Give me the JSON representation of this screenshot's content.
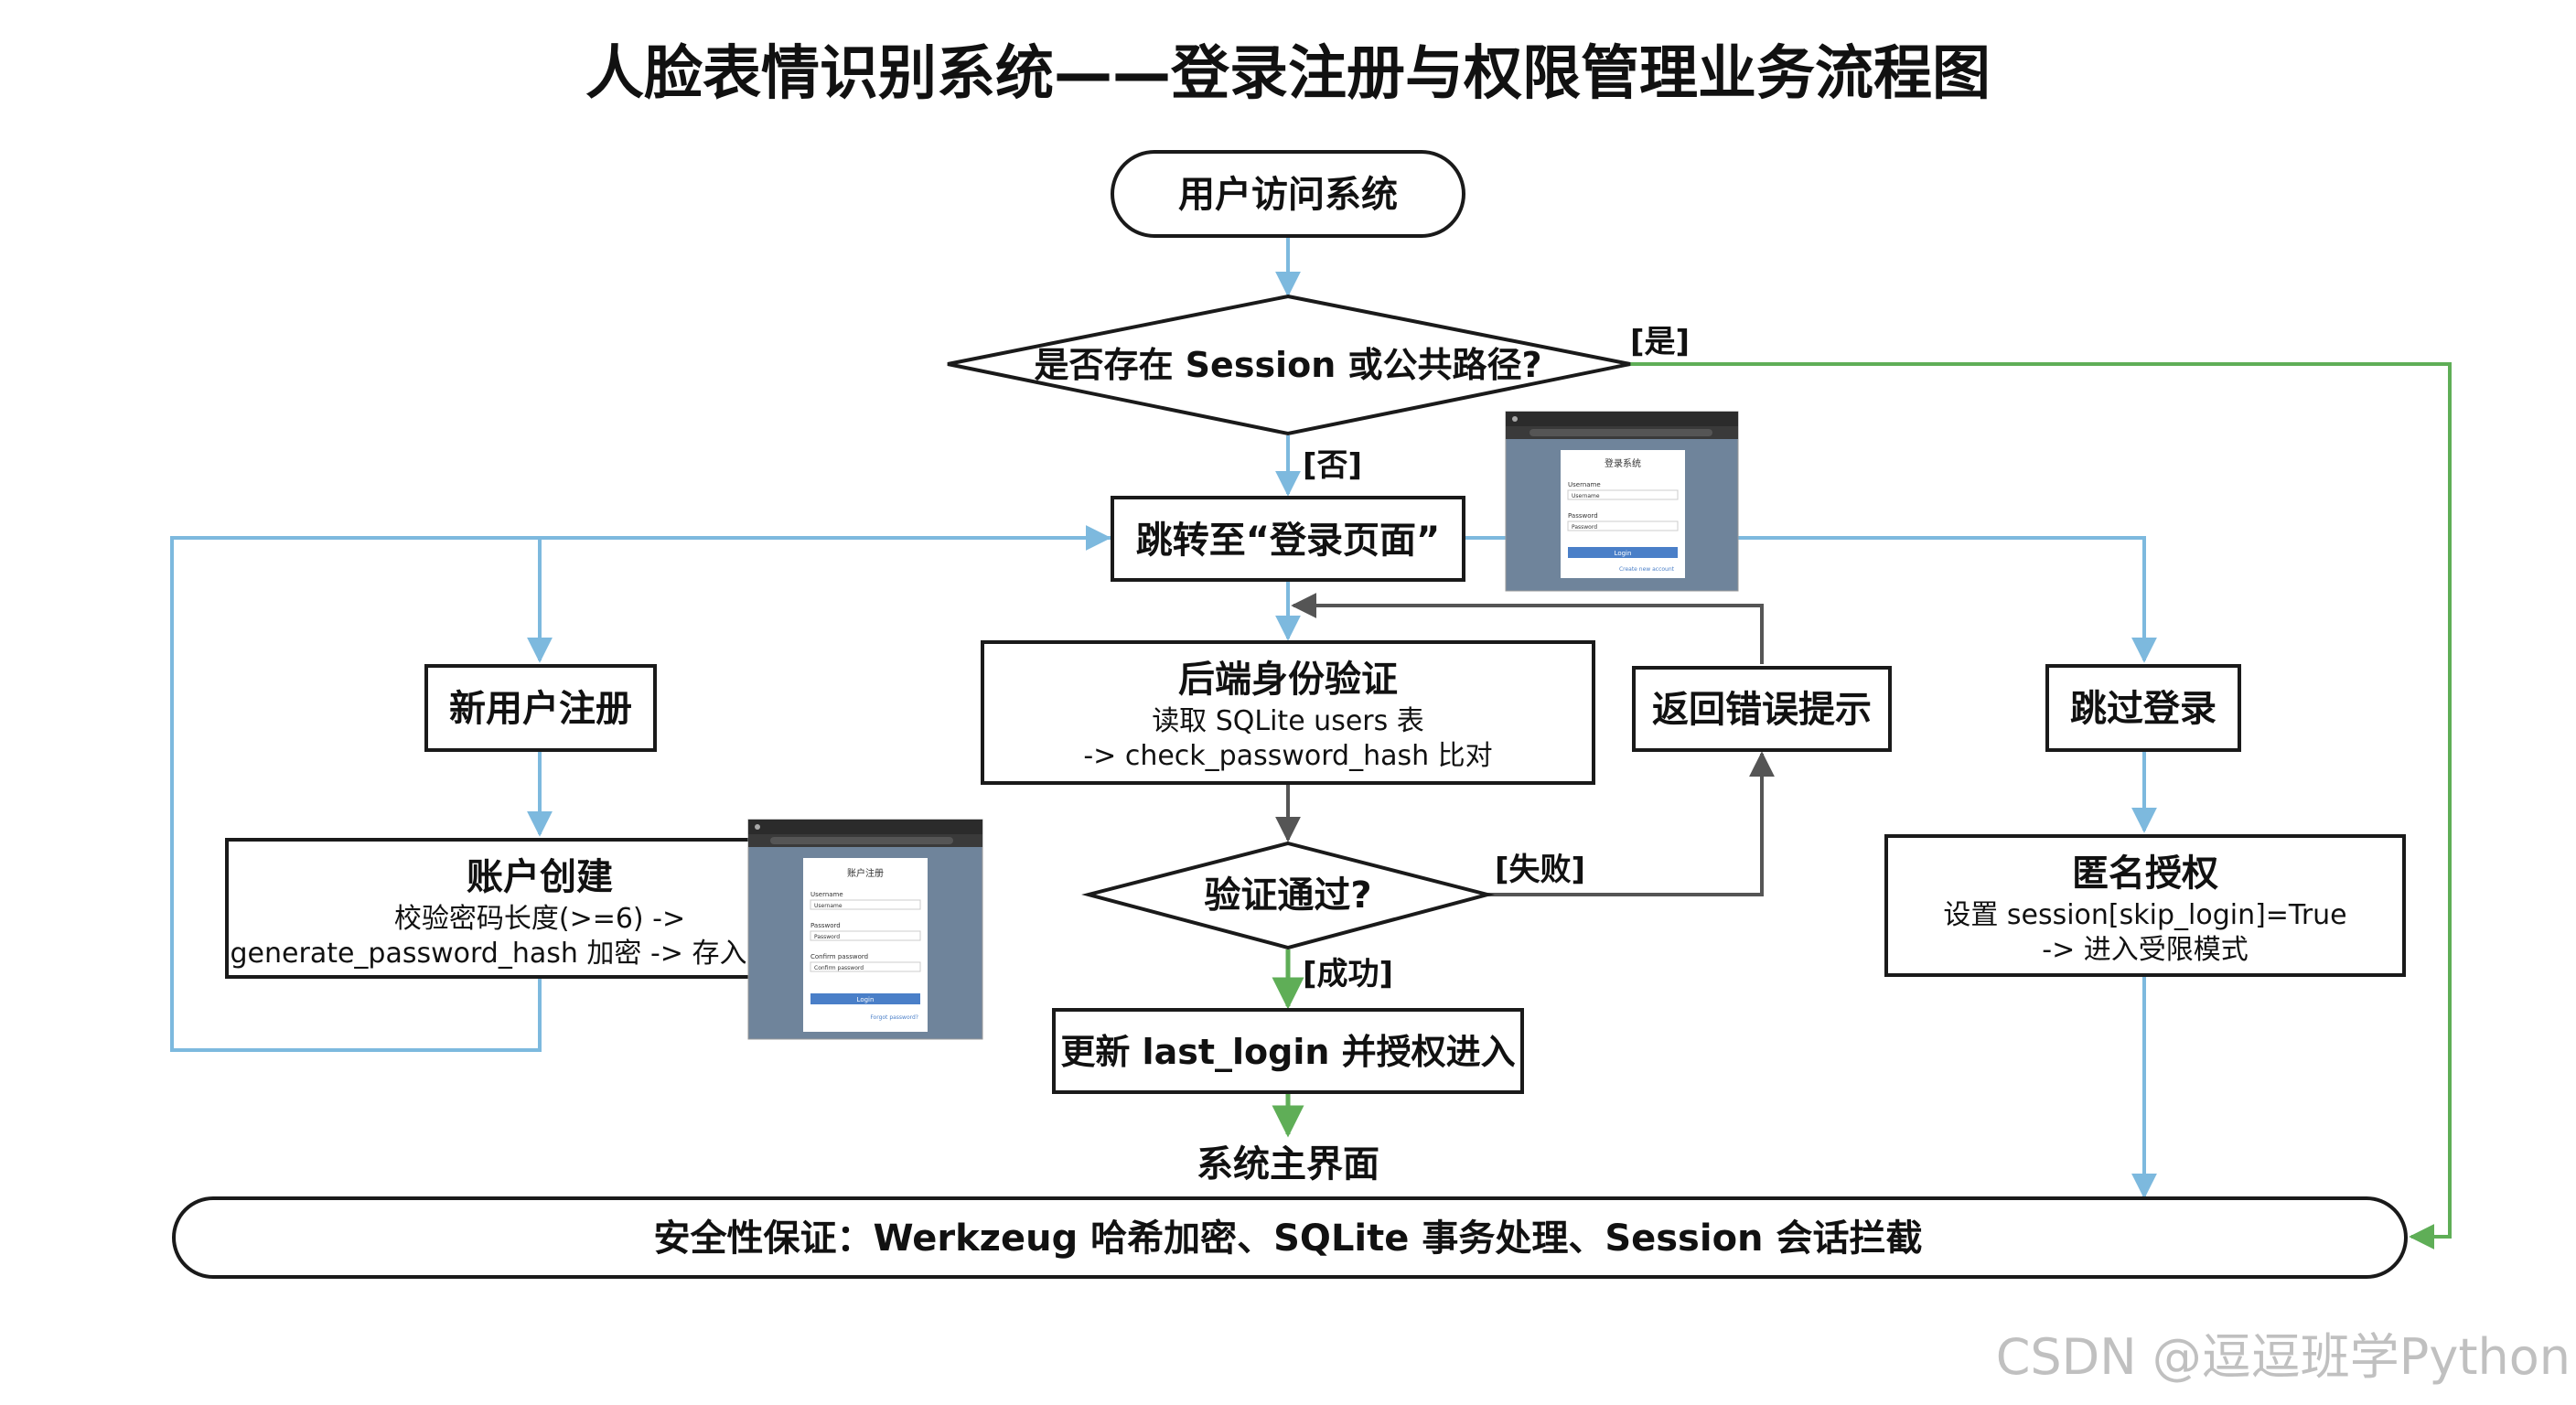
{
  "title": "人脸表情识别系统——登录注册与权限管理业务流程图",
  "nodes": {
    "start": "用户访问系统",
    "decision_session": "是否存在 Session 或公共路径?",
    "login_page": "跳转至“登录页面”",
    "register": "新用户注册",
    "account_create": {
      "title": "账户创建",
      "line1": "校验密码长度(>=6) ->",
      "line2": "generate_password_hash 加密 -> 存入"
    },
    "backend_auth": {
      "title": "后端身份验证",
      "line1": "读取 SQLite users 表",
      "line2": "-> check_password_hash 比对"
    },
    "error_tip": "返回错误提示",
    "skip_login": "跳过登录",
    "anonymous": {
      "title": "匿名授权",
      "line1": "设置 session[skip_login]=True",
      "line2": "-> 进入受限模式"
    },
    "decision_verify": "验证通过?",
    "update_login": "更新 last_login 并授权进入",
    "main_ui": "系统主界面",
    "security": "安全性保证：Werkzeug 哈希加密、SQLite 事务处理、Session 会话拦截"
  },
  "edge_labels": {
    "yes": "[是]",
    "no": "[否]",
    "fail": "[失败]",
    "success": "[成功]"
  },
  "login_window": {
    "heading": "登录系统",
    "username_label": "Username",
    "username_placeholder": "Username",
    "password_label": "Password",
    "password_placeholder": "Password",
    "button": "Login",
    "link": "Create new account"
  },
  "register_window": {
    "heading": "账户注册",
    "username_label": "Username",
    "username_placeholder": "Username",
    "password_label": "Password",
    "password_placeholder": "Password",
    "confirm_label": "Confirm password",
    "confirm_placeholder": "Confirm password",
    "button": "Login",
    "link": "Forgot password?"
  },
  "watermark": "CSDN @逗逗班学Python",
  "colors": {
    "blue_line": "#7db9de",
    "green_line": "#5fae57",
    "gray_line": "#555555",
    "node_border": "#1a1a1a",
    "screenshot_bg": "#6f849b",
    "button_blue": "#4a7fc8"
  }
}
